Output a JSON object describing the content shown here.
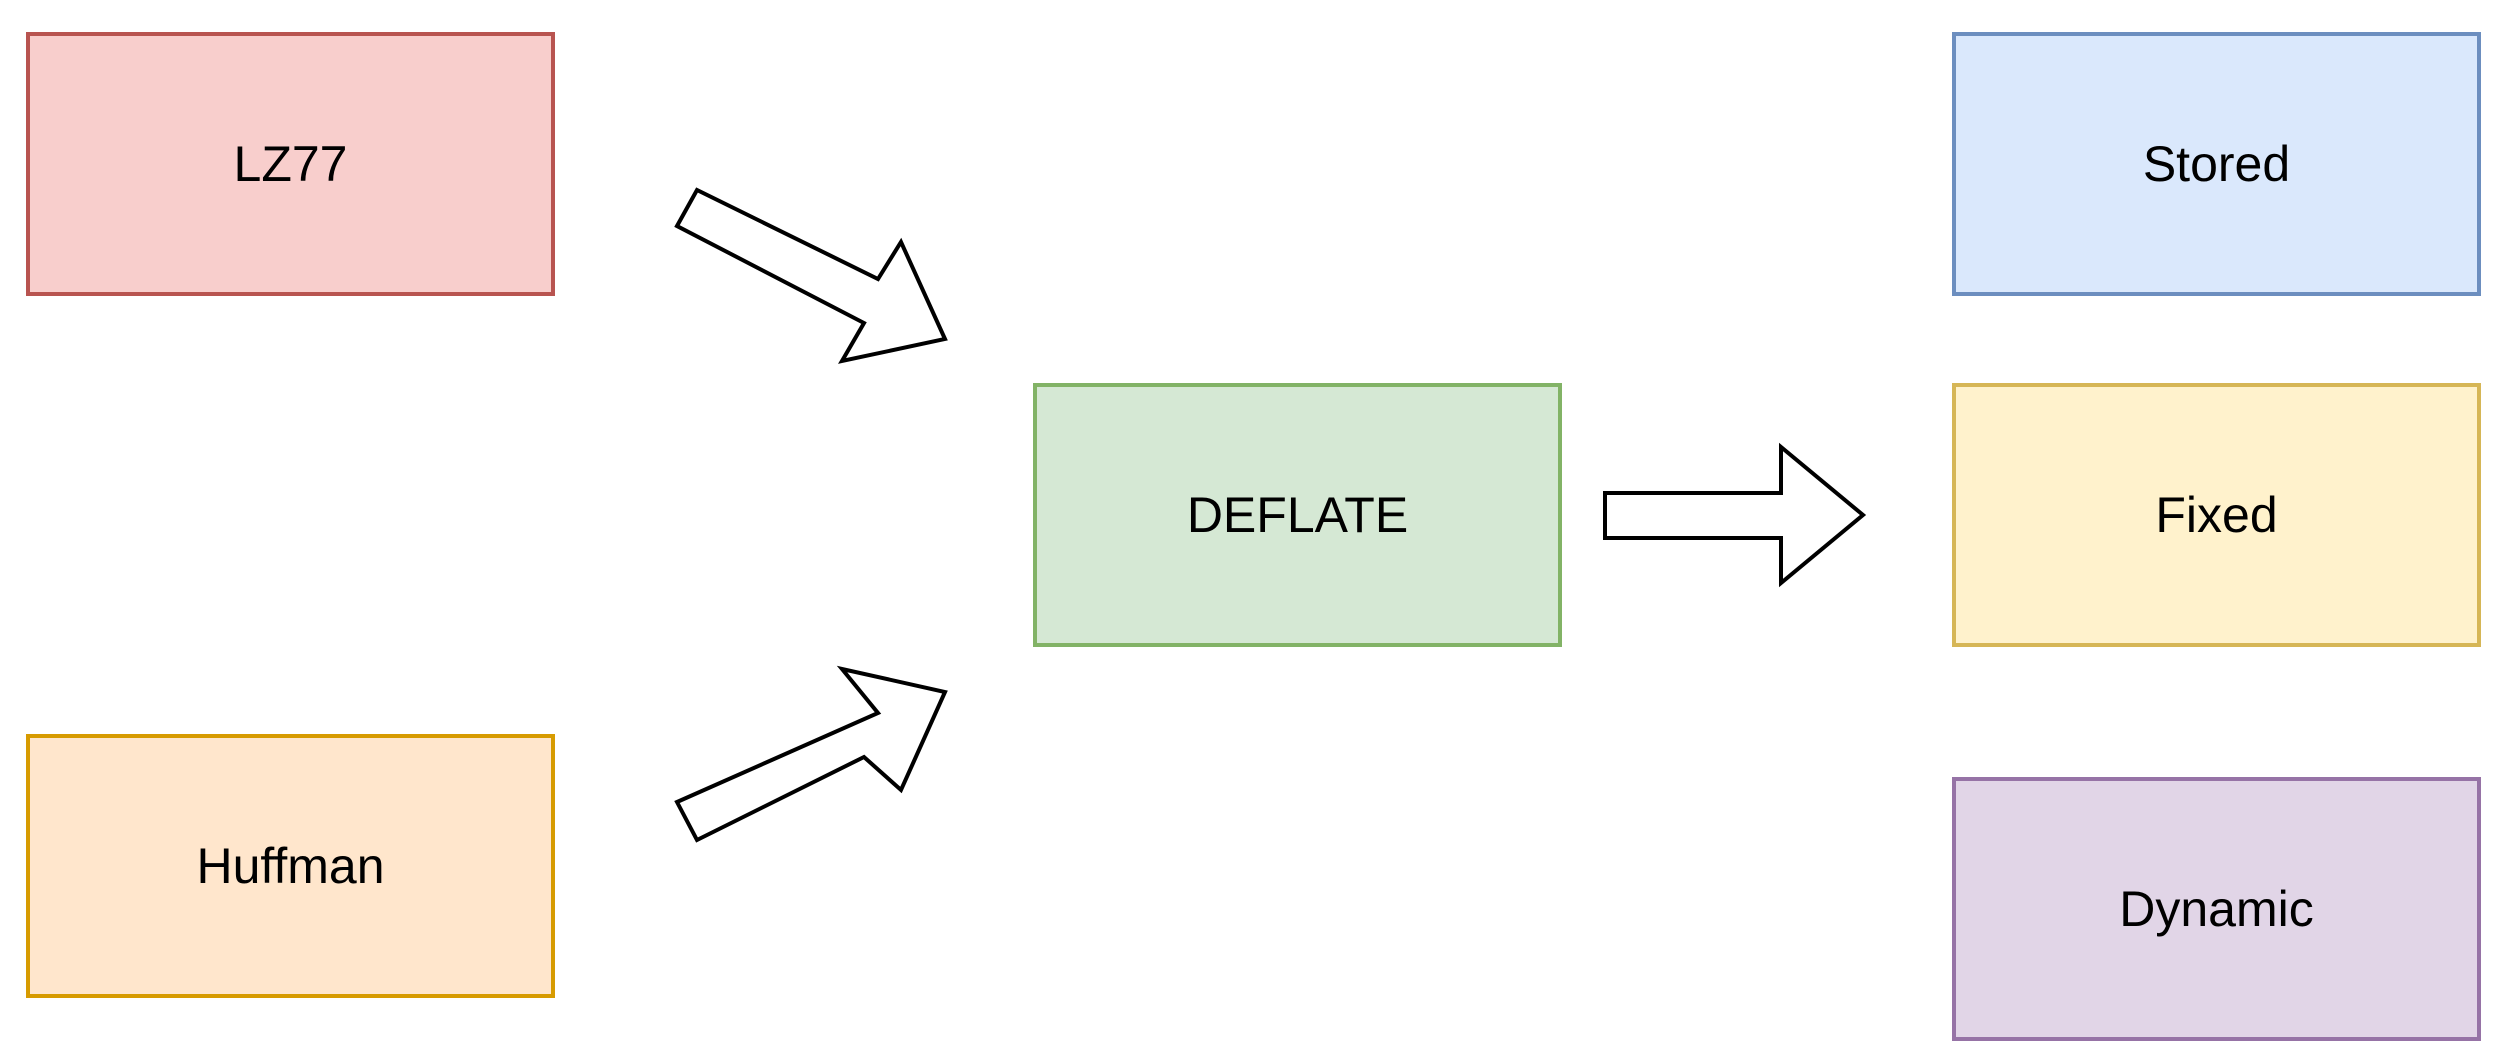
{
  "nodes": {
    "lz77": {
      "label": "LZ77",
      "fill": "#f8cecc",
      "stroke": "#b85450"
    },
    "huffman": {
      "label": "Huffman",
      "fill": "#ffe6cc",
      "stroke": "#d79b00"
    },
    "deflate": {
      "label": "DEFLATE",
      "fill": "#d5e8d4",
      "stroke": "#82b366"
    },
    "stored": {
      "label": "Stored",
      "fill": "#dae8fc",
      "stroke": "#6c8ebf"
    },
    "fixed": {
      "label": "Fixed",
      "fill": "#fff2cc",
      "stroke": "#d6b656"
    },
    "dynamic": {
      "label": "Dynamic",
      "fill": "#e1d5e7",
      "stroke": "#9673a6"
    }
  },
  "edges": [
    {
      "from": "lz77",
      "to": "deflate",
      "style": "block-arrow"
    },
    {
      "from": "huffman",
      "to": "deflate",
      "style": "block-arrow"
    },
    {
      "from": "deflate",
      "to": "fixed",
      "style": "block-arrow"
    }
  ]
}
